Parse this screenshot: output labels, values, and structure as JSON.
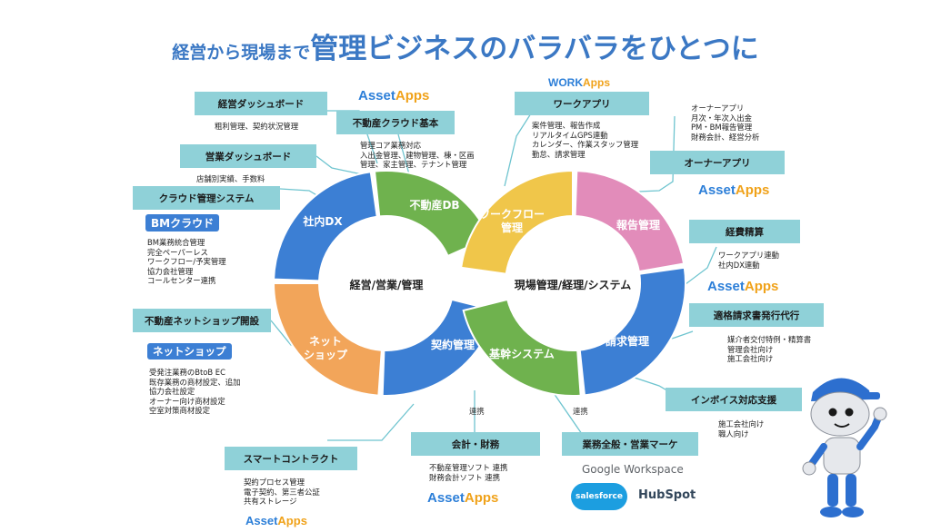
{
  "title": {
    "prefix": "経営から現場まで",
    "main": "管理ビジネスのバラバラをひとつに"
  },
  "colors": {
    "blue": "#3c7fd4",
    "green": "#6fb24e",
    "yellow": "#f0c64a",
    "pink": "#e28cba",
    "orange": "#f2a55a",
    "header": "#8fd1d8"
  },
  "left_ring": {
    "center": "経営/営業/管理",
    "segments": {
      "dx": "社内DX",
      "db": "不動産DB",
      "contract": "契約管理",
      "shop": "ネット\nショップ"
    }
  },
  "right_ring": {
    "center": "現場管理/経理/システム",
    "segments": {
      "workflow": "ワークフロー\n管理",
      "report": "報告管理",
      "billing": "請求管理",
      "core": "基幹システム"
    }
  },
  "boxes": {
    "keiei_dash": {
      "title": "経営ダッシュボード",
      "text": "粗利管理、契約状況管理"
    },
    "eigyo_dash": {
      "title": "営業ダッシュボード",
      "text": "店舗別実績、手数料"
    },
    "cloud_sys": {
      "title": "クラウド管理システム",
      "logo": "BMクラウド",
      "text": "BM業務統合管理\n完全ペーパーレス\nワークフロー/予実管理\n協力会社管理\nコールセンター連携"
    },
    "net_shop": {
      "title": "不動産ネットショップ開設",
      "logo": "ネットショップ",
      "text": "受発注業務のBtoB EC\n既存業務の商材設定、追加\n協力会社設定\nオーナー向け商材設定\n空室対策商材設定"
    },
    "smart": {
      "title": "スマートコントラクト",
      "text": "契約プロセス管理\n電子契約、第三者公証\n共有ストレージ"
    },
    "cloud_base": {
      "title": "不動産クラウド基本",
      "text": "管理コア業務対応\n入出金管理、建物管理、棟・区画\n管理、家主管理、テナント管理"
    },
    "work_app": {
      "title": "ワークアプリ",
      "text": "案件管理、報告作成\nリアルタイムGPS連動\nカレンダー、作業スタッフ管理\n勤怠、請求管理"
    },
    "owner_app": {
      "title": "オーナーアプリ",
      "text": "オーナーアプリ\n月次・年次入出金\nPM・BM報告管理\n財務会計、経営分析"
    },
    "expense": {
      "title": "経費精算",
      "text": "ワークアプリ連動\n社内DX連動"
    },
    "proxy": {
      "title": "適格請求書発行代行",
      "text": "媒介者交付特例・精算書\n管理会社向け\n施工会社向け"
    },
    "invoice": {
      "title": "インボイス対応支援",
      "text": "施工会社向け\n職人向け"
    },
    "account": {
      "title": "会計・財務",
      "text": "不動産管理ソフト 連携\n財務会計ソフト 連携"
    },
    "market": {
      "title": "業務全般・営業マーケ"
    }
  },
  "link_labels": {
    "a": "連携",
    "b": "連携"
  },
  "assetapps": {
    "main": "Asset",
    "accent": "Apps"
  },
  "workapps": {
    "main": "WORK",
    "accent": "Apps"
  },
  "partner_logos": {
    "google": "Google Workspace",
    "salesforce": "salesforce",
    "hubspot": "HubSpot"
  }
}
